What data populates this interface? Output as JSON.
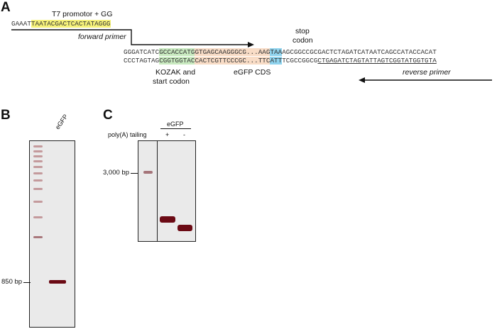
{
  "panels": {
    "a": "A",
    "b": "B",
    "c": "C"
  },
  "panel_a": {
    "t7_label": "T7 promotor + GG",
    "forward_primer": "forward primer",
    "stop_codon_line1": "stop",
    "stop_codon_line2": "codon",
    "kozak_line1": "KOZAK and",
    "kozak_line2": "start codon",
    "egfp_cds": "eGFP CDS",
    "reverse_primer": "reverse primer",
    "primer_seq": {
      "plain": "GAAAT",
      "yellow": "TAATACGACTCACTATAGGG"
    },
    "top_strand": {
      "s1": "GGGATCATC",
      "green": "GCCACCATG",
      "peach": "GTGAGCAAGGGCG...AAG",
      "blue": "TAA",
      "s2": "AGCGGCCGCGACTCTAGATCATAATCAGCCATACCACAT"
    },
    "bottom_strand": {
      "s1": "CCCTAGTAG",
      "green": "CGGTGGTAC",
      "peach": "CACTCGTTCCCGC...TTC",
      "blue": "ATT",
      "s2": "TCGCCGGCG",
      "s3": "CTGAGATCTAGTATTAGTCGGTATGGTGTA"
    }
  },
  "panel_b": {
    "lane_label": "eGFP",
    "marker_label": "850 bp"
  },
  "panel_c": {
    "group_label": "eGFP",
    "row_label": "poly(A) tailing",
    "plus": "+",
    "minus": "-",
    "marker_label": "3,000 bp"
  },
  "colors": {
    "highlight_yellow": "#f6f27a",
    "highlight_green": "#c9eac0",
    "highlight_peach": "#f8dcc6",
    "highlight_blue": "#8fd3ee",
    "band": "#6b0a14"
  }
}
